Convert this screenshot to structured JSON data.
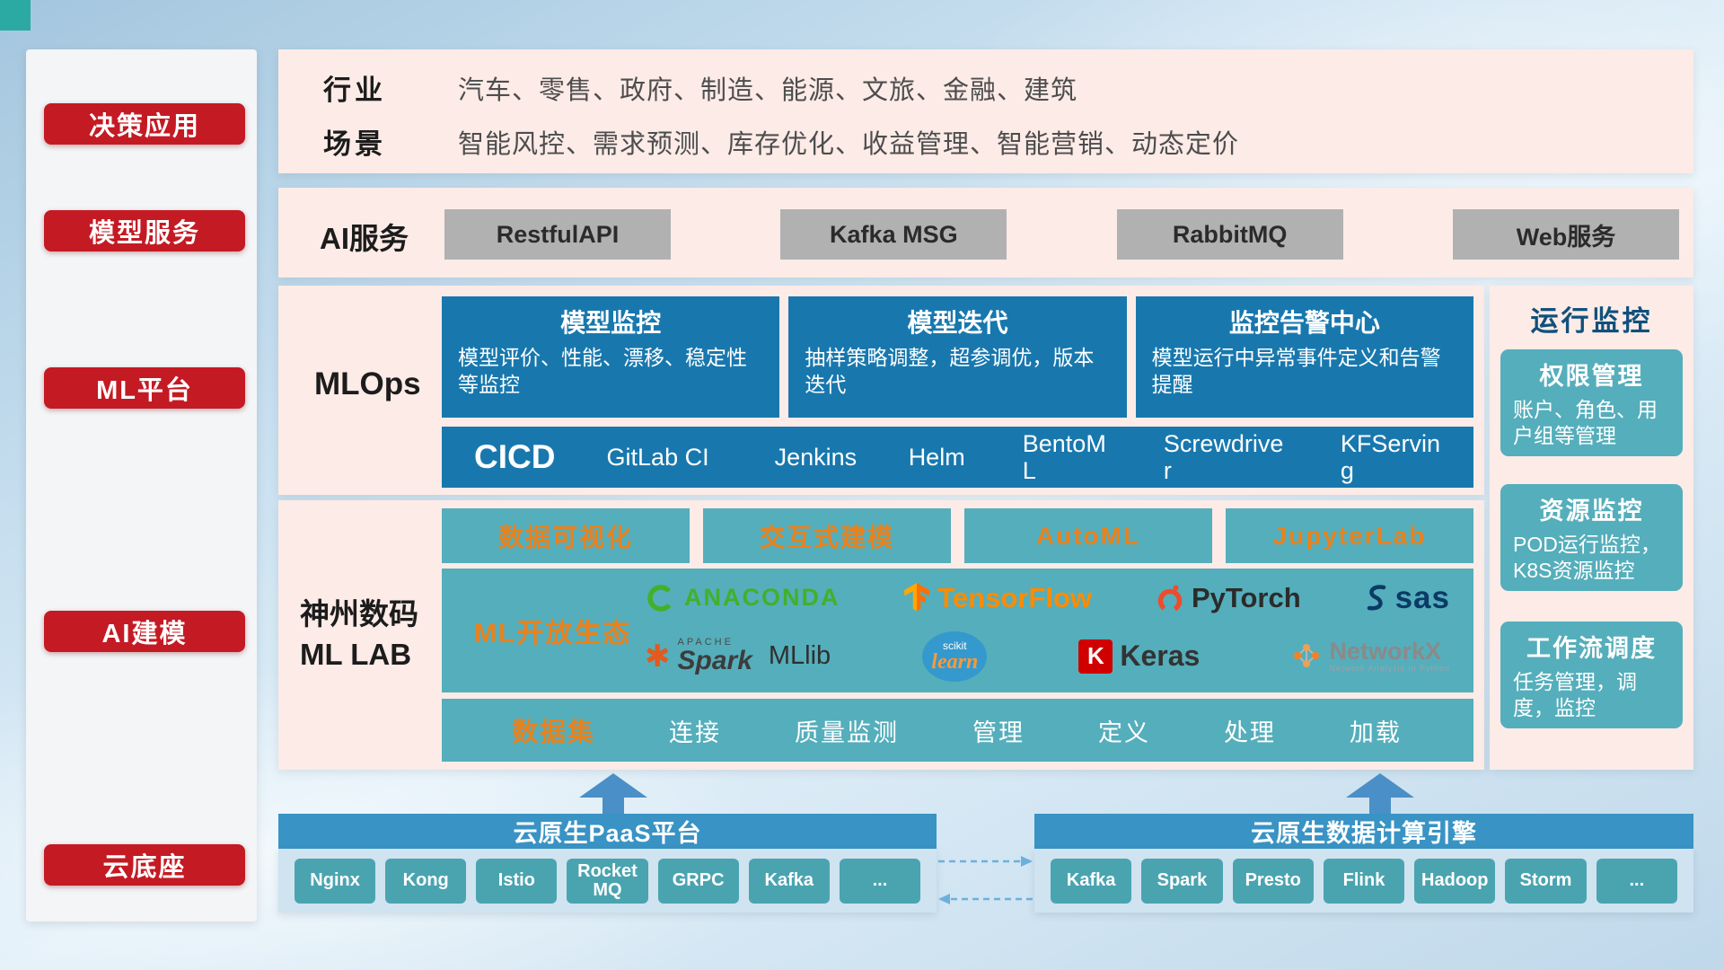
{
  "colors": {
    "badge_red": "#c41a23",
    "panel_pink": "#fcebe7",
    "card_blue": "#1878ae",
    "card_teal": "#55aebb",
    "accent_orange": "#e8821e",
    "button_gray": "#b1b1b1",
    "bar_blue": "#3993c4",
    "bottom_btn_teal": "#4aa4b0"
  },
  "sidebar": {
    "badges": [
      "决策应用",
      "模型服务",
      "ML平台",
      "AI建模",
      "云底座"
    ]
  },
  "industry": {
    "rows": [
      {
        "label": "行业",
        "text": "汽车、零售、政府、制造、能源、文旅、金融、建筑"
      },
      {
        "label": "场景",
        "text": "智能风控、需求预测、库存优化、收益管理、智能营销、动态定价"
      }
    ]
  },
  "ai_service": {
    "label": "AI服务",
    "items": [
      "RestfulAPI",
      "Kafka MSG",
      "RabbitMQ",
      "Web服务"
    ]
  },
  "mlops": {
    "label": "MLOps",
    "cards": [
      {
        "title": "模型监控",
        "desc": "模型评价、性能、漂移、稳定性等监控"
      },
      {
        "title": "模型迭代",
        "desc": "抽样策略调整，超参调优，版本迭代"
      },
      {
        "title": "监控告警中心",
        "desc": "模型运行中异常事件定义和告警提醒"
      }
    ],
    "cicd": {
      "label": "CICD",
      "tools": [
        "GitLab CI",
        "Jenkins",
        "Helm",
        "BentoML",
        "Screwdriver",
        "KFServing"
      ]
    }
  },
  "ml_lab": {
    "label_line1": "神州数码",
    "label_line2": "ML LAB",
    "tools": [
      "数据可视化",
      "交互式建模",
      "AutoML",
      "JupyterLab"
    ],
    "ecosystem": {
      "label": "ML开放生态",
      "logos": [
        {
          "name": "anaconda",
          "label": "ANACONDA"
        },
        {
          "name": "tensorflow",
          "label": "TensorFlow"
        },
        {
          "name": "pytorch",
          "label": "PyTorch"
        },
        {
          "name": "sas",
          "label": "sas"
        },
        {
          "name": "apache-spark",
          "sub": "APACHE",
          "label": "Spark",
          "extra": "MLlib"
        },
        {
          "name": "scikit-learn",
          "sub": "scikit",
          "label": "learn"
        },
        {
          "name": "keras",
          "icon_letter": "K",
          "label": "Keras"
        },
        {
          "name": "networkx",
          "label": "NetworkX",
          "sub": "Network Analysis in Python"
        }
      ]
    },
    "dataset": {
      "label": "数据集",
      "items": [
        "连接",
        "质量监测",
        "管理",
        "定义",
        "处理",
        "加载"
      ]
    }
  },
  "monitor": {
    "title": "运行监控",
    "cards": [
      {
        "title": "权限管理",
        "desc": "账户、角色、用户组等管理"
      },
      {
        "title": "资源监控",
        "desc": "POD运行监控，K8S资源监控"
      },
      {
        "title": "工作流调度",
        "desc": "任务管理，调度，监控"
      }
    ]
  },
  "bottom": {
    "paas": {
      "title": "云原生PaaS平台",
      "items": [
        "Nginx",
        "Kong",
        "Istio",
        "RocketMQ",
        "GRPC",
        "Kafka",
        "..."
      ]
    },
    "engine": {
      "title": "云原生数据计算引擎",
      "items": [
        "Kafka",
        "Spark",
        "Presto",
        "Flink",
        "Hadoop",
        "Storm",
        "..."
      ]
    }
  }
}
